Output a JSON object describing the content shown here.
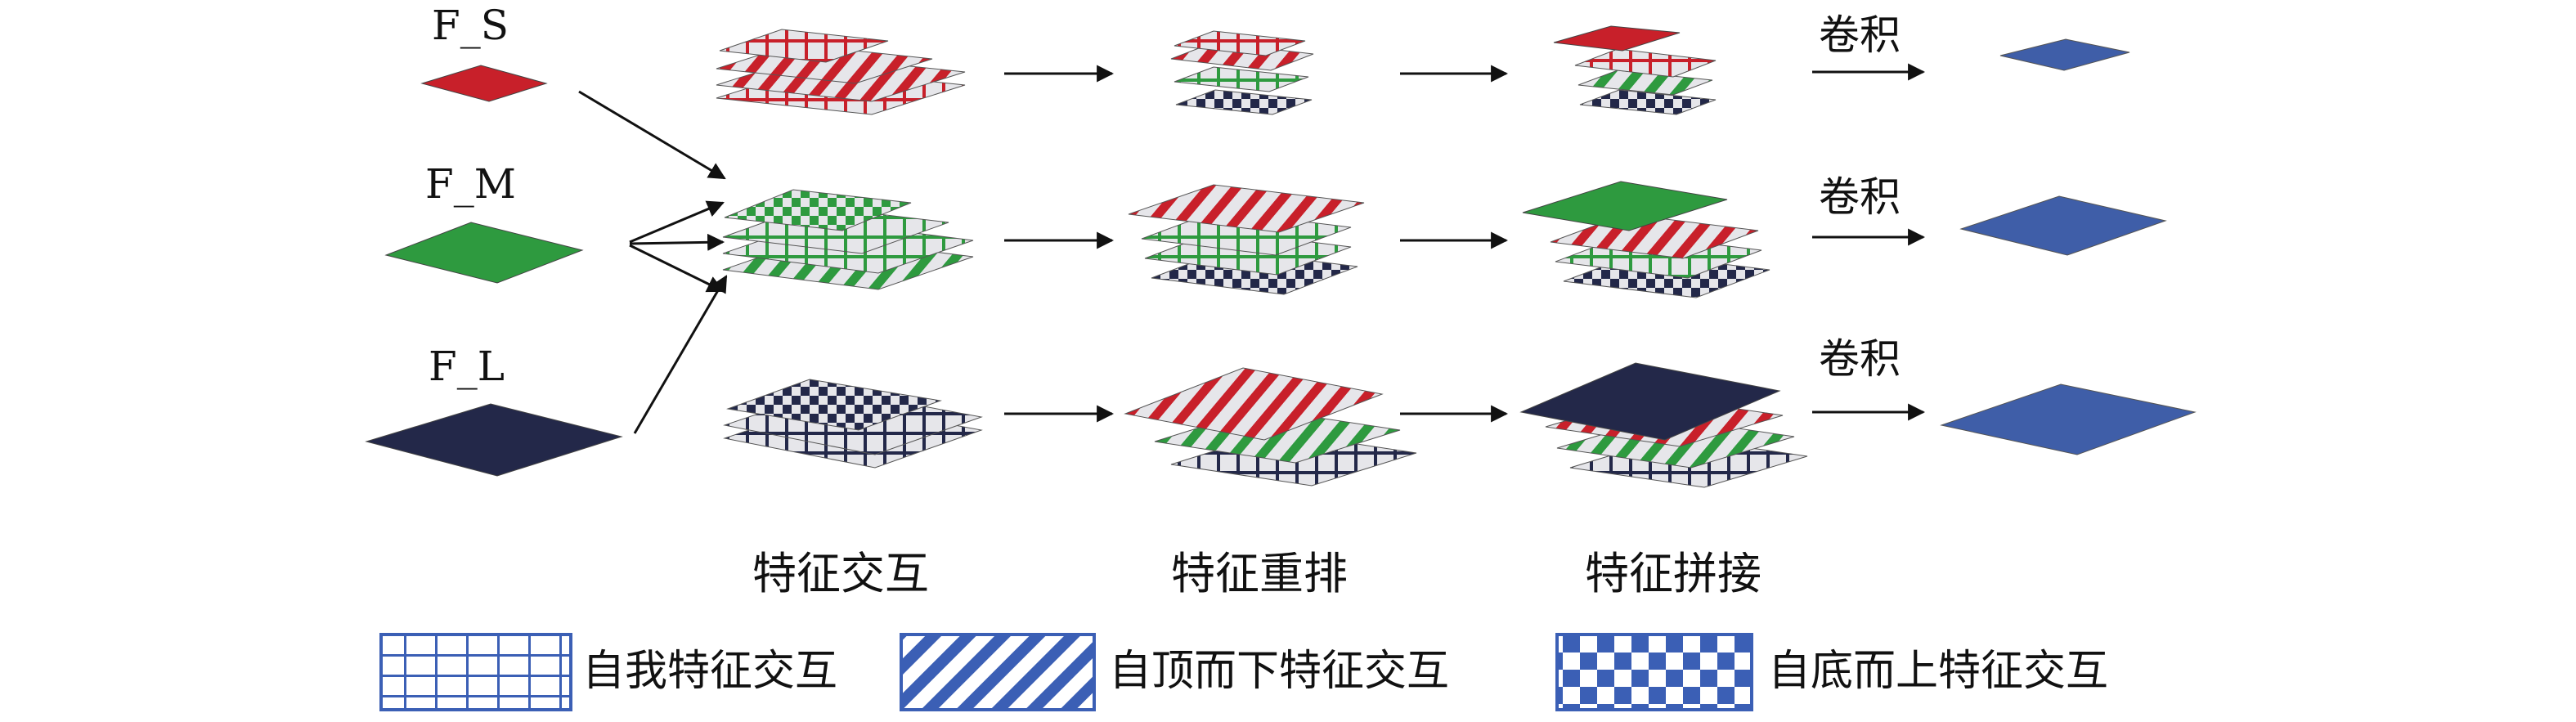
{
  "inputs": {
    "small": {
      "label": "F_S",
      "color": "#c8202a"
    },
    "medium": {
      "label": "F_M",
      "color": "#2e9a3f"
    },
    "large": {
      "label": "F_L",
      "color": "#232849"
    }
  },
  "stages": {
    "interaction": "特征交互",
    "rearrange": "特征重排",
    "concat": "特征拼接"
  },
  "conv_label": "卷积",
  "output_color": "#3f5ea8",
  "legend": {
    "self": "自我特征交互",
    "top_down": "自顶而下特征交互",
    "bottom_up": "自底而上特征交互",
    "color": "#3b5fb5"
  }
}
